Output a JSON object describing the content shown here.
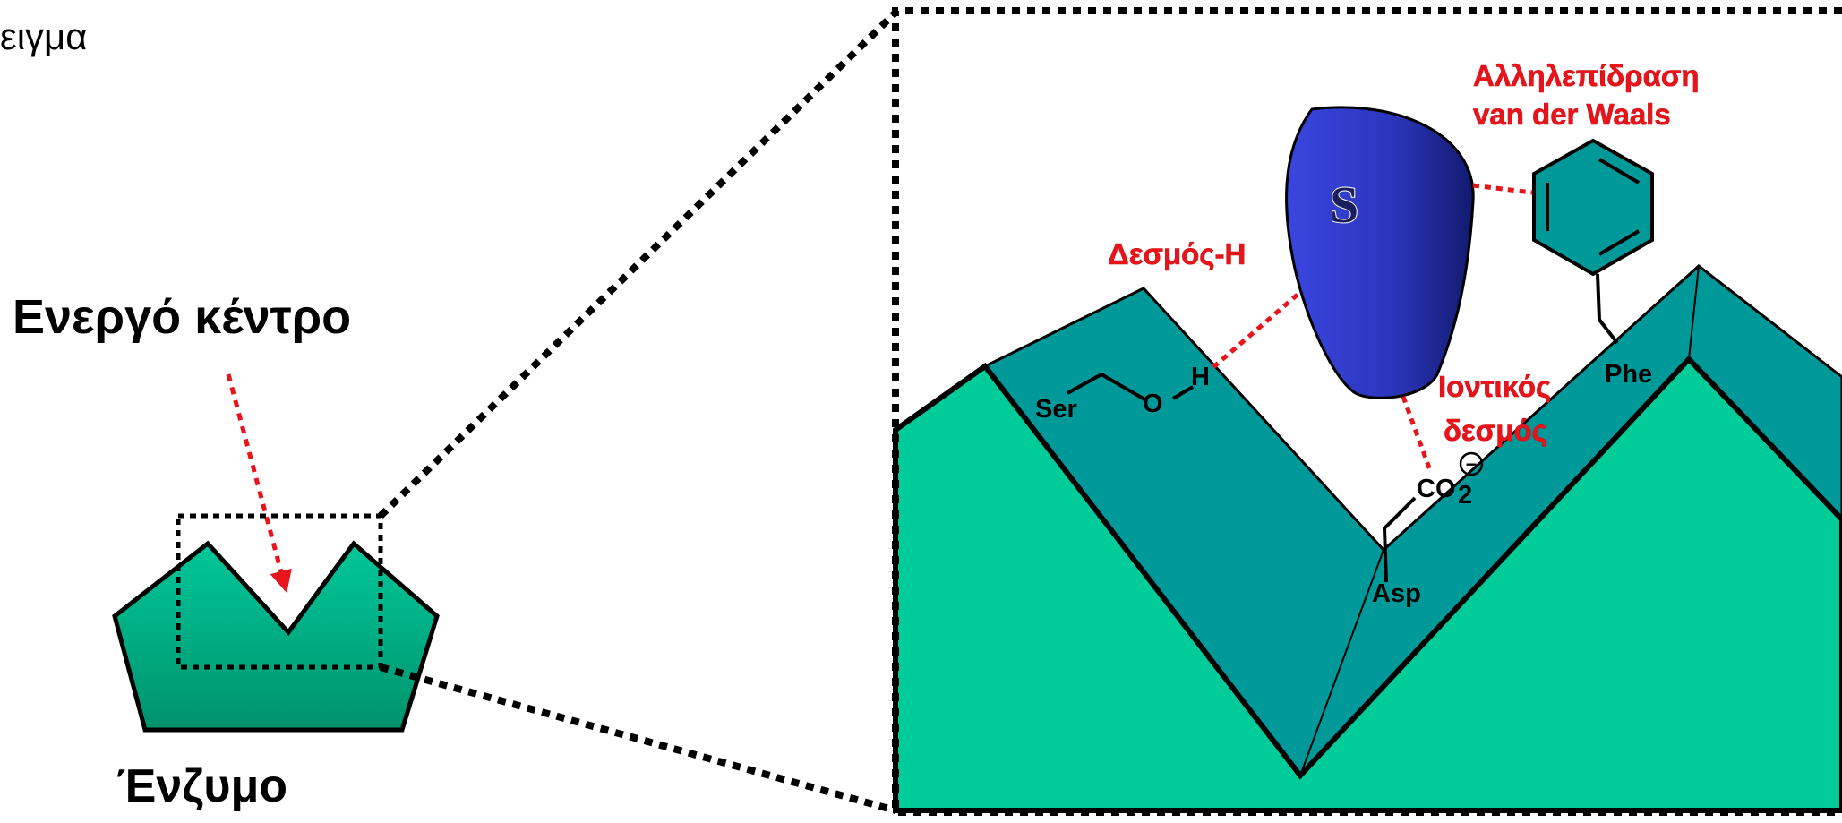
{
  "caption_top": "ειγμα",
  "labels": {
    "active_site": "Ενεργό κέντρο",
    "enzyme": "Ένζυμο",
    "substrate": "S",
    "h_bond": "Δεσμός-Η",
    "ionic_bond_line1": "Ιοντικός",
    "ionic_bond_line2": "δεσμός",
    "vdw_line1": "Αλληλεπίδραση",
    "vdw_line2": "van der Waals"
  },
  "residues": {
    "ser": "Ser",
    "oxygen": "O",
    "hydrogen": "H",
    "asp": "Asp",
    "carboxylate": "CO",
    "carboxylate_subscript": "2",
    "charge": "−",
    "phe": "Phe"
  },
  "colors": {
    "enzyme_light": "#00cc99",
    "enzyme_dark": "#009999",
    "substrate": "#2a35c8",
    "interaction_red": "#e8141b",
    "outline": "#000000"
  }
}
